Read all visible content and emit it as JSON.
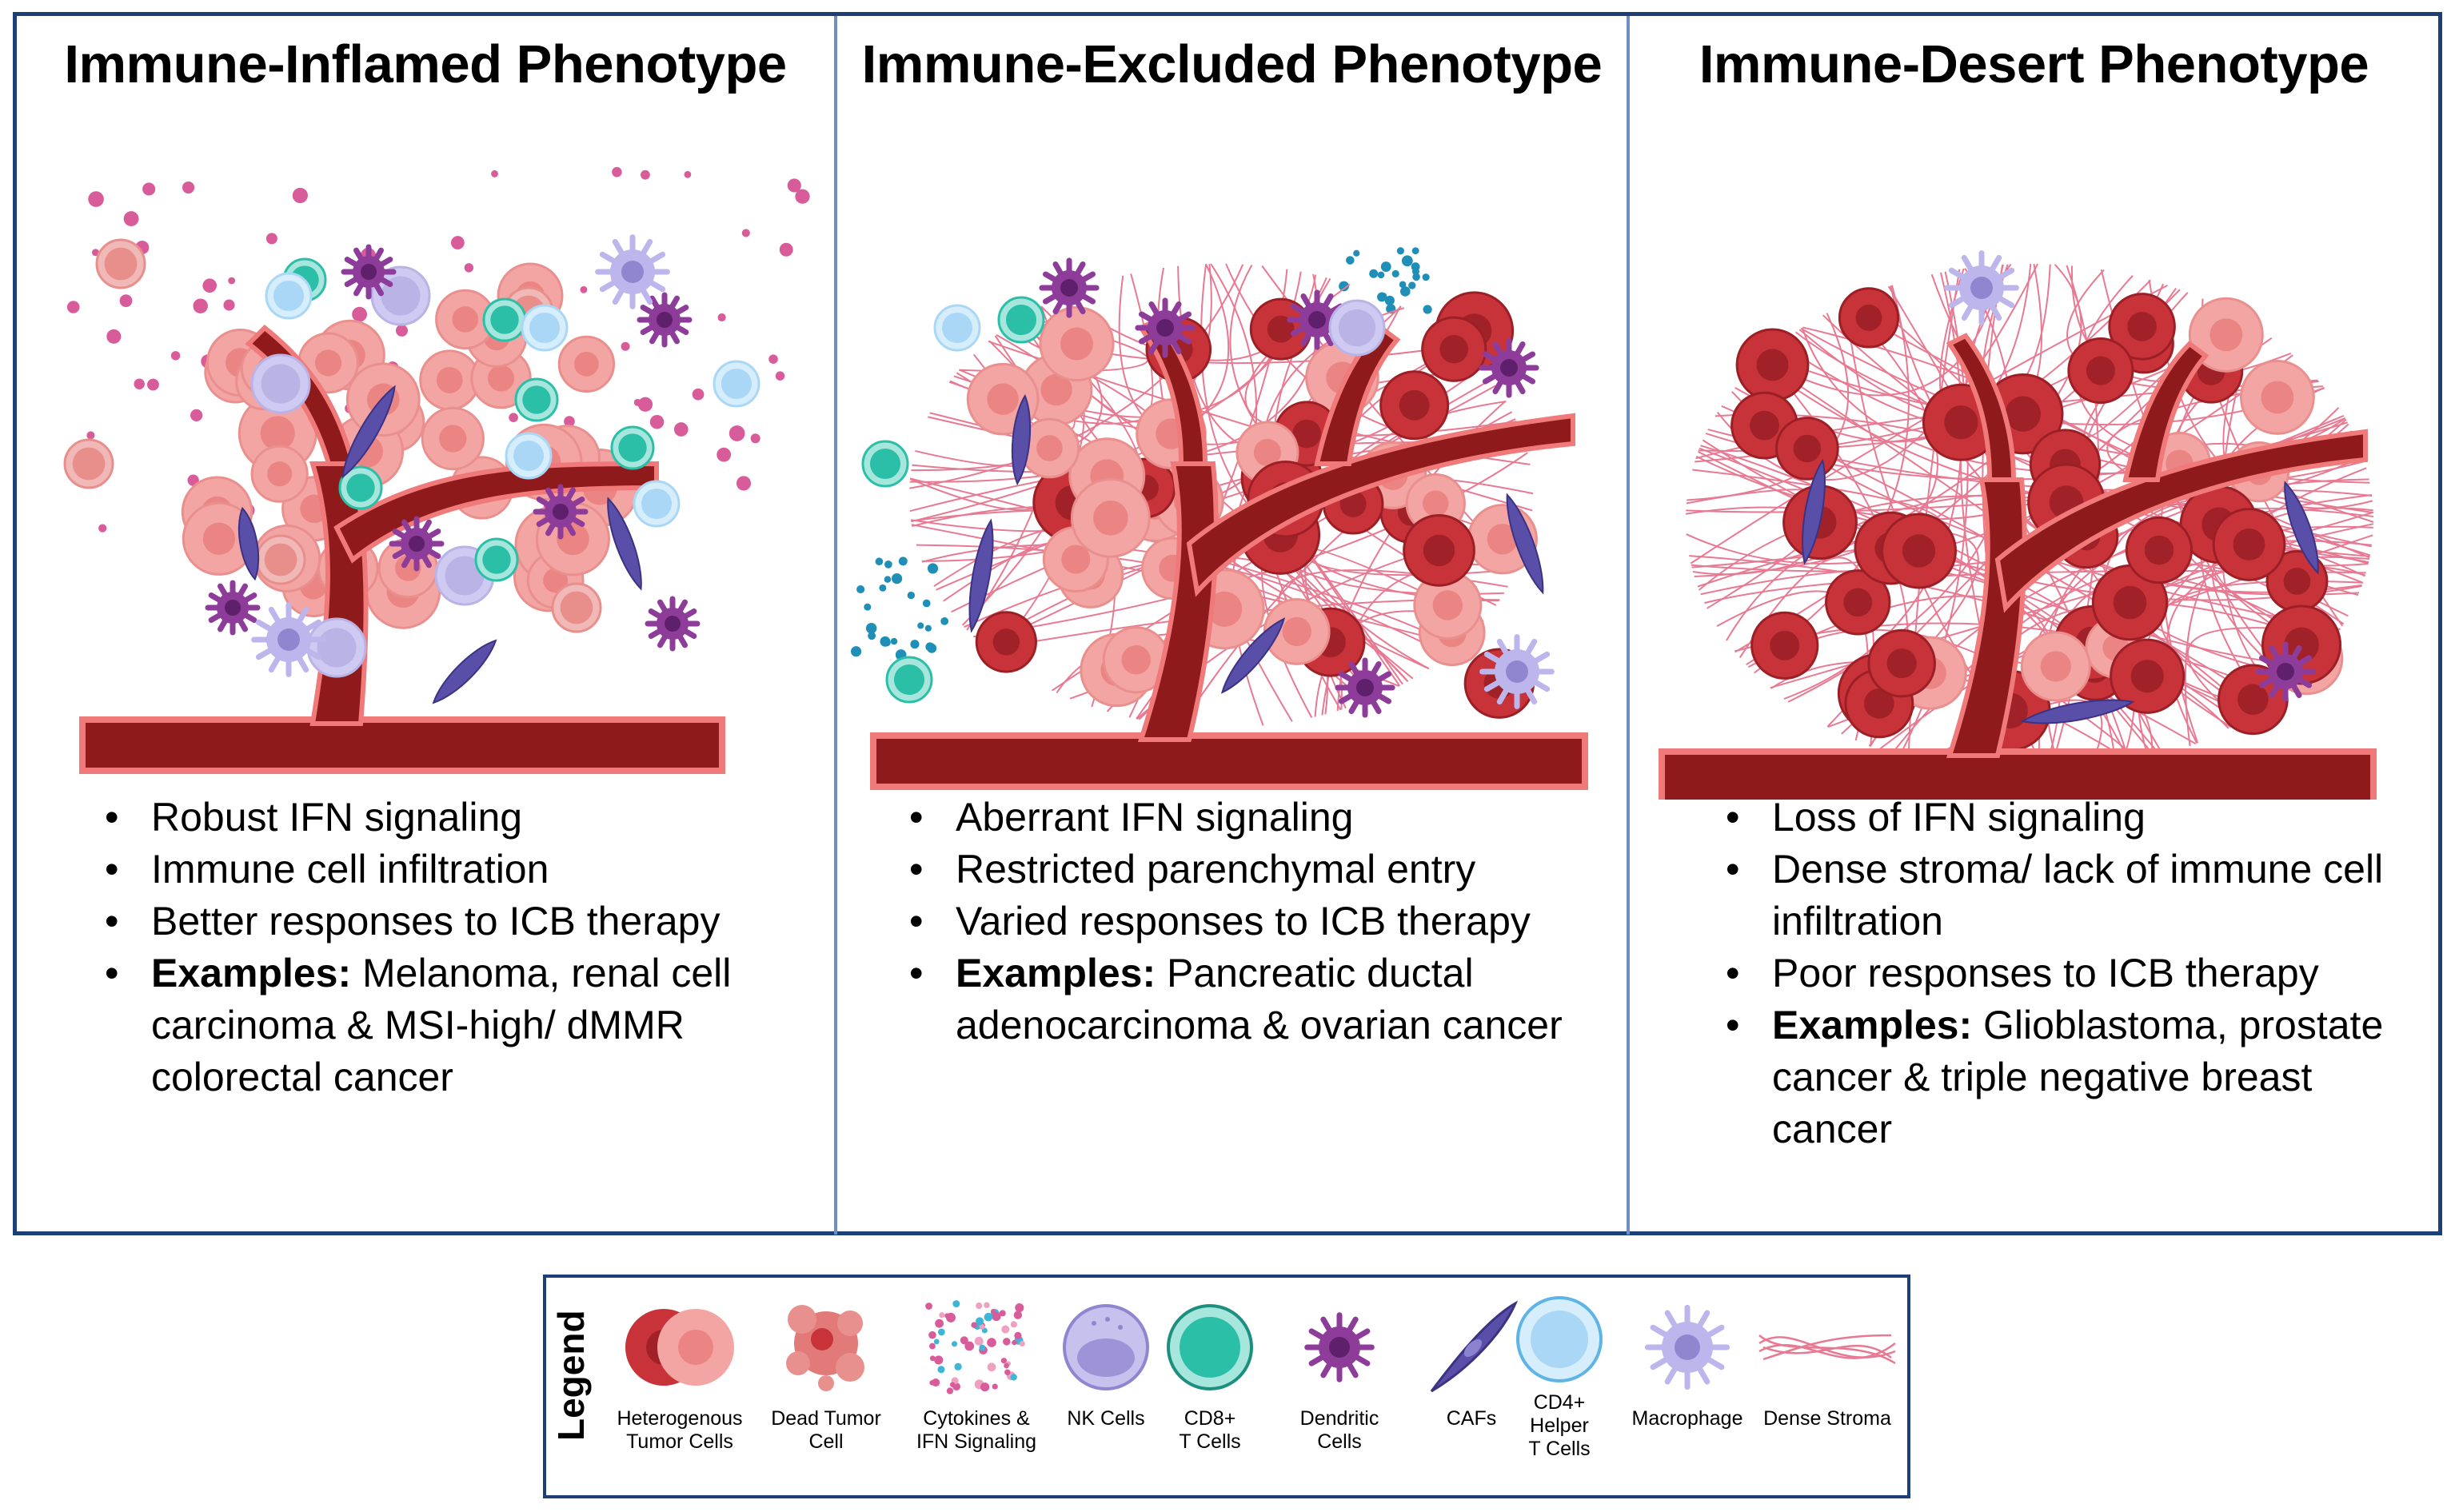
{
  "panels": [
    {
      "title": "Immune-Inflamed Phenotype",
      "bullets": [
        "Robust IFN signaling",
        "Immune cell infiltration",
        "Better responses to ICB therapy"
      ],
      "examples_label": "Examples:",
      "examples_text": " Melanoma, renal cell carcinoma & MSI-high/ dMMR colorectal cancer"
    },
    {
      "title": "Immune-Excluded Phenotype",
      "bullets": [
        "Aberrant IFN signaling",
        "Restricted parenchymal entry",
        "Varied responses to ICB therapy"
      ],
      "examples_label": "Examples:",
      "examples_text": " Pancreatic ductal adenocarcinoma & ovarian cancer"
    },
    {
      "title": "Immune-Desert Phenotype",
      "bullets": [
        "Loss of IFN signaling",
        "Dense stroma/ lack of immune cell infiltration",
        "Poor responses to ICB therapy"
      ],
      "examples_label": "Examples:",
      "examples_text": " Glioblastoma, prostate cancer & triple negative breast cancer"
    }
  ],
  "legend": {
    "title": "Legend",
    "items": [
      {
        "icon": "heterogenous-tumor-cells-icon",
        "label": "Heterogenous\nTumor Cells"
      },
      {
        "icon": "dead-tumor-cell-icon",
        "label": "Dead Tumor\nCell"
      },
      {
        "icon": "cytokines-icon",
        "label": "Cytokines &\nIFN Signaling"
      },
      {
        "icon": "nk-cell-icon",
        "label": "NK Cells"
      },
      {
        "icon": "cd8-t-cell-icon",
        "label": "CD8+\nT Cells"
      },
      {
        "icon": "dendritic-cell-icon",
        "label": "Dendritic\nCells"
      },
      {
        "icon": "caf-icon",
        "label": "CAFs"
      },
      {
        "icon": "cd4-helper-t-cell-icon",
        "label": "CD4+\nHelper\nT Cells"
      },
      {
        "icon": "macrophage-icon",
        "label": "Macrophage"
      },
      {
        "icon": "dense-stroma-icon",
        "label": "Dense Stroma"
      }
    ]
  },
  "colors": {
    "frame": "#1c3f78",
    "divider": "#6f8fc4",
    "vessel": "#8e1a1c",
    "vessel_edge": "#f07a7a",
    "tumor_light": "#f3a5a3",
    "tumor_dark": "#c8333a",
    "nk": "#b9b3e6",
    "cd8": "#2bbfa8",
    "cd4": "#a9d7f5",
    "dendritic": "#8d3d99",
    "caf": "#5a4fa8",
    "cytokine": "#d95c9a",
    "cytokine_excluded": "#1f8fb8"
  }
}
